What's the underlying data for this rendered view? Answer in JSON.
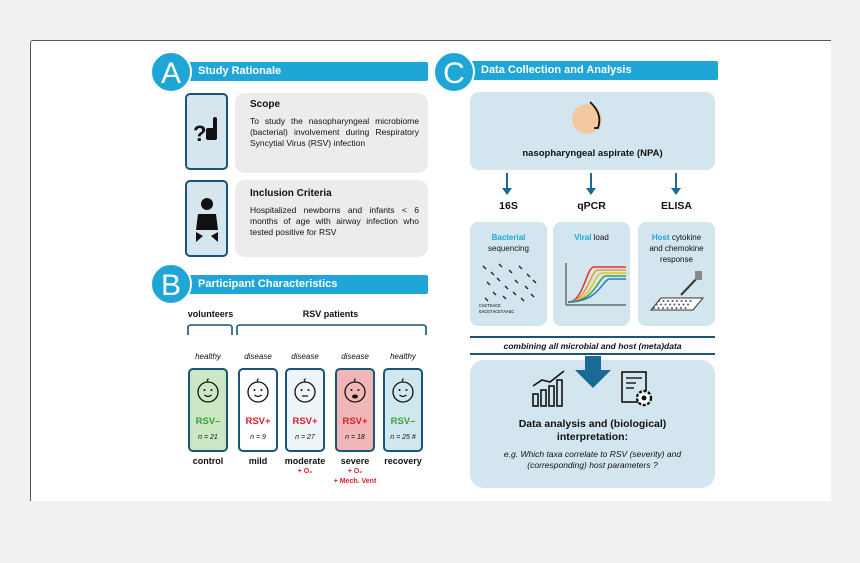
{
  "panelA": {
    "letter": "A",
    "title": "Study Rationale",
    "scope_title": "Scope",
    "scope_body": "To study the nasopharyngeal microbiome (bacterial) involvement during Respiratory Syncytial Virus (RSV) infection",
    "inclusion_title": "Inclusion Criteria",
    "inclusion_body": "Hospitalized newborns and infants < 6 months of age with airway infection who tested positive for RSV"
  },
  "panelB": {
    "letter": "B",
    "title": "Participant Characteristics",
    "group_volunteers": "volunteers",
    "group_rsv": "RSV patients",
    "groups": [
      {
        "status": "healthy",
        "rsv": "RSV–",
        "n": "n = 21",
        "label": "control",
        "extra": "",
        "bg": "#cbe7c3",
        "rsv_color": "#3aa23a"
      },
      {
        "status": "disease",
        "rsv": "RSV+",
        "n": "n = 9",
        "label": "mild",
        "extra": "",
        "bg": "#ffffff",
        "rsv_color": "#d2222d"
      },
      {
        "status": "disease",
        "rsv": "RSV+",
        "n": "n = 27",
        "label": "moderate",
        "extra": "+ O₂",
        "bg": "#edf5f8",
        "rsv_color": "#d2222d"
      },
      {
        "status": "disease",
        "rsv": "RSV+",
        "n": "n = 18",
        "label": "severe",
        "extra": "+ O₂",
        "extra2": "+ Mech. Vent",
        "bg": "#f1b7b7",
        "rsv_color": "#d2222d"
      },
      {
        "status": "healthy",
        "rsv": "RSV–",
        "n": "n = 25 #",
        "label": "recovery",
        "extra": "",
        "bg": "#cfe7ef",
        "rsv_color": "#3aa23a"
      }
    ]
  },
  "panelC": {
    "letter": "C",
    "title": "Data Collection and Analysis",
    "npa_label": "nasopharyngeal aspirate (NPA)",
    "methods": [
      {
        "name": "16S",
        "line1a": "Bacterial",
        "line1b": "",
        "line2": "sequencing",
        "line2_hl": "s"
      },
      {
        "name": "qPCR",
        "line1a": "Viral",
        "line1b": " load",
        "line2": ""
      },
      {
        "name": "ELISA",
        "line1a": "Host",
        "line1b": " cytokine",
        "line2": "and chemokine response"
      }
    ],
    "seq_text1": "CAGTGACG",
    "seq_text2": "GACGTACGTAAGC",
    "combine_text": "combining all microbial and host (meta)data",
    "analysis_title": "Data analysis and (biological) interpretation:",
    "analysis_example": "e.g. Which taxa correlate to RSV (severity) and (corresponding) host parameters ?",
    "colors": {
      "accent": "#1fa6d6",
      "dark": "#1a5477",
      "light": "#d3e6ef"
    },
    "icons": [
      "nose-icon",
      "bar-chart-icon",
      "settings-document-icon"
    ]
  }
}
